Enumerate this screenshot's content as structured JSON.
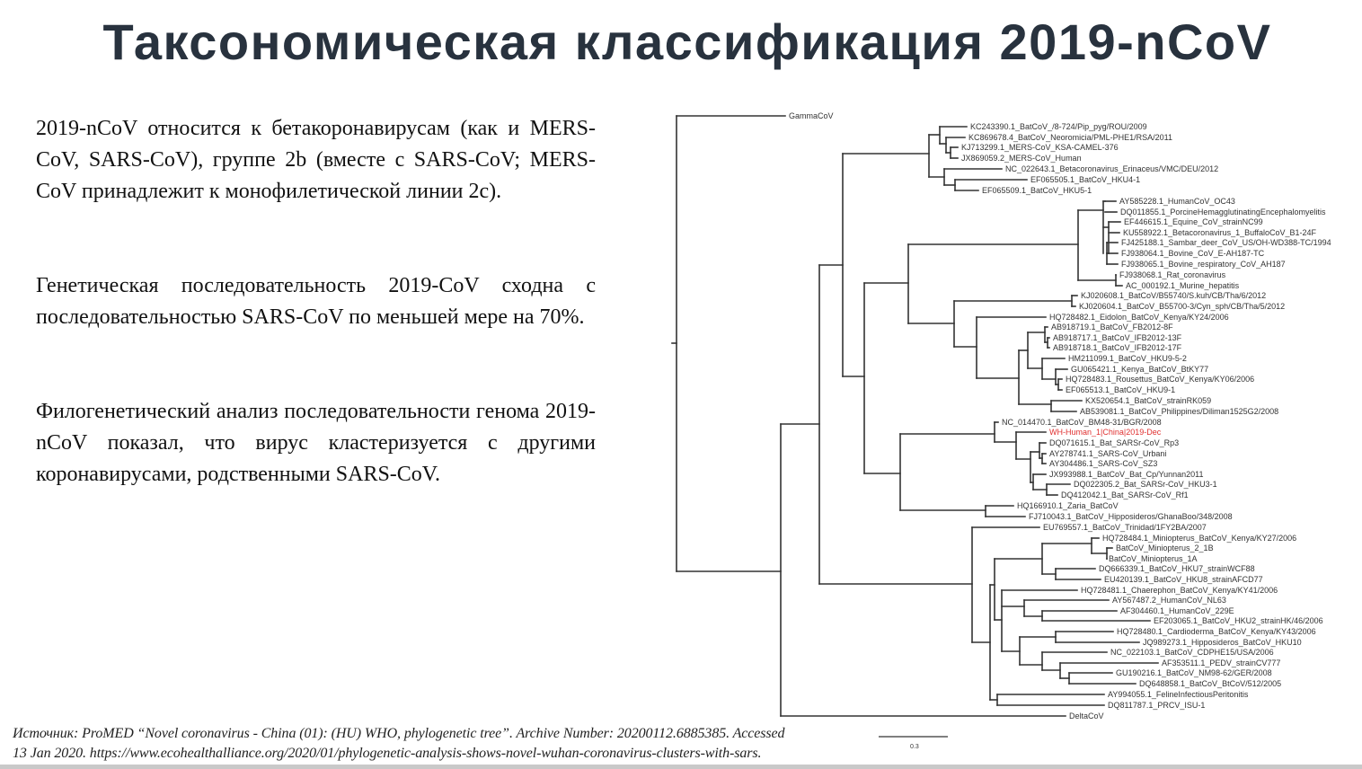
{
  "title": "Таксономическая классификация 2019-nCoV",
  "paragraphs": [
    "2019-nCoV относится к бетакоронавирусам (как и MERS-CoV, SARS-CoV), группе 2b (вместе с SARS-CoV; MERS-CoV принадлежит к монофилетической линии 2c).",
    "Генетическая последовательность 2019-CoV сходна с последовательностью SARS-CoV по меньшей мере на 70%.",
    "Филогенетический анализ последовательности генома 2019-nCoV показал, что вирус кластеризуется с другими коронавирусами, родственными SARS-CoV."
  ],
  "footer": {
    "line1": "Источник: ProMED “Novel coronavirus - China (01): (HU) WHO, phylogenetic tree”. Archive Number: 20200112.6885385. Accessed",
    "line2": "13 Jan 2020. https://www.ecohealthalliance.org/2020/01/phylogenetic-analysis-shows-novel-wuhan-coronavirus-clusters-with-sars."
  },
  "tree": {
    "highlight_color": "#e03030",
    "line_color": "#333333",
    "scale_label": "0.3",
    "highlight_leaf": "WH-Human_1|China|2019-Dec",
    "leaves": [
      "GammaCoV",
      "KC243390.1_BatCoV_/8-724/Pip_pyg/ROU/2009",
      "KC869678.4_BatCoV_Neoromicia/PML-PHE1/RSA/2011",
      "KJ713299.1_MERS-CoV_KSA-CAMEL-376",
      "JX869059.2_MERS-CoV_Human",
      "NC_022643.1_Betacoronavirus_Erinaceus/VMC/DEU/2012",
      "EF065505.1_BatCoV_HKU4-1",
      "EF065509.1_BatCoV_HKU5-1",
      "AY585228.1_HumanCoV_OC43",
      "DQ011855.1_PorcineHemagglutinatingEncephalomyelitis",
      "EF446615.1_Equine_CoV_strainNC99",
      "KU558922.1_Betacoronavirus_1_BuffaloCoV_B1-24F",
      "FJ425188.1_Sambar_deer_CoV_US/OH-WD388-TC/1994",
      "FJ938064.1_Bovine_CoV_E-AH187-TC",
      "FJ938065.1_Bovine_respiratory_CoV_AH187",
      "FJ938068.1_Rat_coronavirus",
      "AC_000192.1_Murine_hepatitis",
      "KJ020608.1_BatCoV/B55740/S.kuh/CB/Tha/6/2012",
      "KJ020604.1_BatCoV_B55700-3/Cyn_sph/CB/Tha/5/2012",
      "HQ728482.1_Eidolon_BatCoV_Kenya/KY24/2006",
      "AB918719.1_BatCoV_FB2012-8F",
      "AB918717.1_BatCoV_IFB2012-13F",
      "AB918718.1_BatCoV_IFB2012-17F",
      "HM211099.1_BatCoV_HKU9-5-2",
      "GU065421.1_Kenya_BatCoV_BtKY77",
      "HQ728483.1_Rousettus_BatCoV_Kenya/KY06/2006",
      "EF065513.1_BatCoV_HKU9-1",
      "KX520654.1_BatCoV_strainRK059",
      "AB539081.1_BatCoV_Philippines/Diliman1525G2/2008",
      "NC_014470.1_BatCoV_BM48-31/BGR/2008",
      "WH-Human_1|China|2019-Dec",
      "DQ071615.1_Bat_SARSr-CoV_Rp3",
      "AY278741.1_SARS-CoV_Urbani",
      "AY304486.1_SARS-CoV_SZ3",
      "JX993988.1_BatCoV_Bat_Cp/Yunnan2011",
      "DQ022305.2_Bat_SARSr-CoV_HKU3-1",
      "DQ412042.1_Bat_SARSr-CoV_Rf1",
      "HQ166910.1_Zaria_BatCoV",
      "FJ710043.1_BatCoV_Hipposideros/GhanaBoo/348/2008",
      "EU769557.1_BatCoV_Trinidad/1FY2BA/2007",
      "HQ728484.1_Miniopterus_BatCoV_Kenya/KY27/2006",
      "BatCoV_Miniopterus_2_1B",
      "BatCoV_Miniopterus_1A",
      "DQ666339.1_BatCoV_HKU7_strainWCF88",
      "EU420139.1_BatCoV_HKU8_strainAFCD77",
      "HQ728481.1_Chaerephon_BatCoV_Kenya/KY41/2006",
      "AY567487.2_HumanCoV_NL63",
      "AF304460.1_HumanCoV_229E",
      "EF203065.1_BatCoV_HKU2_strainHK/46/2006",
      "HQ728480.1_Cardioderma_BatCoV_Kenya/KY43/2006",
      "JQ989273.1_Hipposideros_BatCoV_HKU10",
      "NC_022103.1_BatCoV_CDPHE15/USA/2006",
      "AF353511.1_PEDV_strainCV777",
      "GU190216.1_BatCoV_NM98-62/GER/2008",
      "DQ648858.1_BatCoV_BtCoV/512/2005",
      "AY994055.1_FelineInfectiousPeritonitis",
      "DQ811787.1_PRCV_ISU-1",
      "DeltaCoV"
    ]
  }
}
